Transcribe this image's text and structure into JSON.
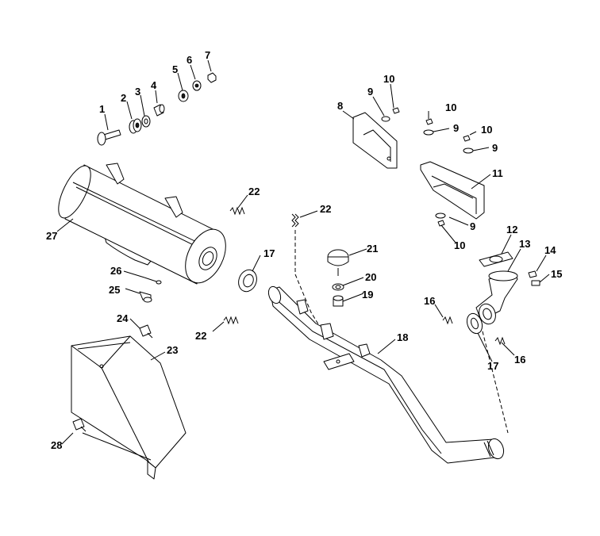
{
  "callouts": [
    {
      "id": "c1",
      "text": "1"
    },
    {
      "id": "c2",
      "text": "2"
    },
    {
      "id": "c3",
      "text": "3"
    },
    {
      "id": "c4",
      "text": "4"
    },
    {
      "id": "c5",
      "text": "5"
    },
    {
      "id": "c6",
      "text": "6"
    },
    {
      "id": "c7",
      "text": "7"
    },
    {
      "id": "c8",
      "text": "8"
    },
    {
      "id": "c9a",
      "text": "9"
    },
    {
      "id": "c10a",
      "text": "10"
    },
    {
      "id": "c10b",
      "text": "10"
    },
    {
      "id": "c9b",
      "text": "9"
    },
    {
      "id": "c10c",
      "text": "10"
    },
    {
      "id": "c9c",
      "text": "9"
    },
    {
      "id": "c11",
      "text": "11"
    },
    {
      "id": "c9d",
      "text": "9"
    },
    {
      "id": "c10d",
      "text": "10"
    },
    {
      "id": "c12",
      "text": "12"
    },
    {
      "id": "c13",
      "text": "13"
    },
    {
      "id": "c14",
      "text": "14"
    },
    {
      "id": "c15",
      "text": "15"
    },
    {
      "id": "c16a",
      "text": "16"
    },
    {
      "id": "c16b",
      "text": "16"
    },
    {
      "id": "c17a",
      "text": "17"
    },
    {
      "id": "c17b",
      "text": "17"
    },
    {
      "id": "c18",
      "text": "18"
    },
    {
      "id": "c19",
      "text": "19"
    },
    {
      "id": "c20",
      "text": "20"
    },
    {
      "id": "c21",
      "text": "21"
    },
    {
      "id": "c22a",
      "text": "22"
    },
    {
      "id": "c22b",
      "text": "22"
    },
    {
      "id": "c22c",
      "text": "22"
    },
    {
      "id": "c23",
      "text": "23"
    },
    {
      "id": "c24",
      "text": "24"
    },
    {
      "id": "c25",
      "text": "25"
    },
    {
      "id": "c26",
      "text": "26"
    },
    {
      "id": "c27",
      "text": "27"
    },
    {
      "id": "c28",
      "text": "28"
    }
  ]
}
